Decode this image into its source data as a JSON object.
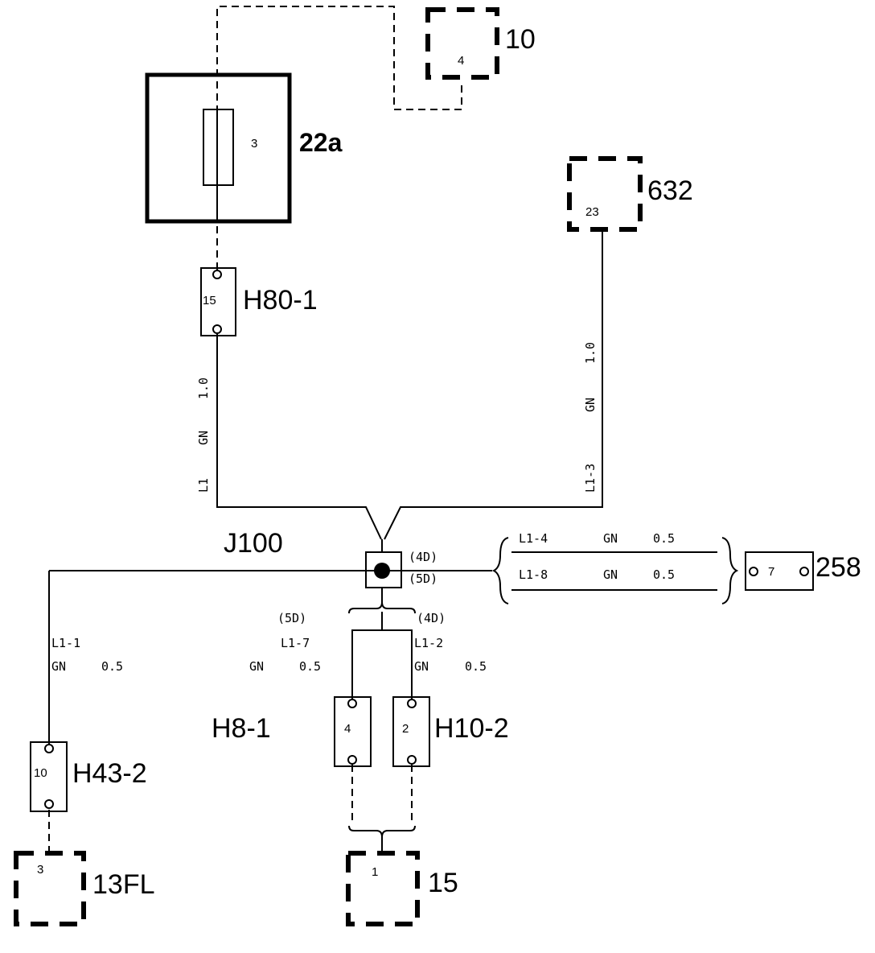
{
  "components": {
    "c10": {
      "label": "10",
      "pin": "4"
    },
    "c22a": {
      "label": "22a",
      "pin": "3"
    },
    "c632": {
      "label": "632",
      "pin": "23"
    },
    "h80_1": {
      "label": "H80-1",
      "pin": "15"
    },
    "j100": {
      "label": "J100",
      "tag_4d_right": "(4D)",
      "tag_5d_right": "(5D)",
      "tag_5d_left": "(5D)",
      "tag_4d_bottom": "(4D)"
    },
    "c258": {
      "label": "258",
      "pin": "7"
    },
    "h43_2": {
      "label": "H43-2",
      "pin": "10"
    },
    "h8_1": {
      "label": "H8-1",
      "pin": "4"
    },
    "h10_2": {
      "label": "H10-2",
      "pin": "2"
    },
    "c13fl": {
      "label": "13FL",
      "pin": "3"
    },
    "c15": {
      "label": "15",
      "pin": "1"
    }
  },
  "wires": {
    "l1": {
      "id": "L1",
      "color": "GN",
      "size": "1.0"
    },
    "l1_3": {
      "id": "L1-3",
      "color": "GN",
      "size": "1.0"
    },
    "l1_4": {
      "id": "L1-4",
      "color": "GN",
      "size": "0.5"
    },
    "l1_8": {
      "id": "L1-8",
      "color": "GN",
      "size": "0.5"
    },
    "l1_1": {
      "id": "L1-1",
      "color": "GN",
      "size": "0.5"
    },
    "l1_7": {
      "id": "L1-7",
      "color": "GN",
      "size": "0.5"
    },
    "l1_2": {
      "id": "L1-2",
      "color": "GN",
      "size": "0.5"
    }
  }
}
